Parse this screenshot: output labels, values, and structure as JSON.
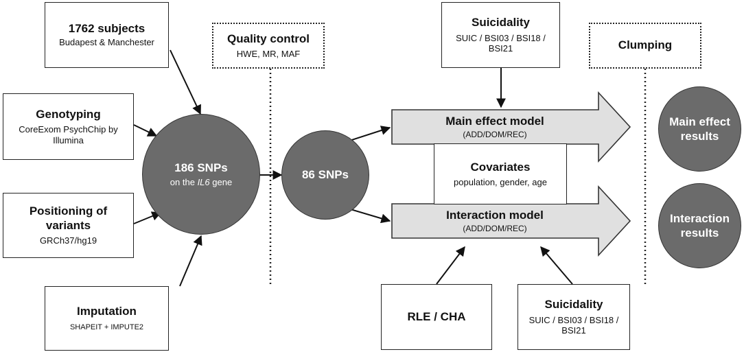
{
  "subjects": {
    "title": "1762 subjects",
    "subtitle": "Budapest & Manchester"
  },
  "genotyping": {
    "title": "Genotyping",
    "subtitle": "CoreExom PsychChip by Illumina"
  },
  "positioning": {
    "title": "Positioning of variants",
    "subtitle": "GRCh37/hg19"
  },
  "imputation": {
    "title": "Imputation",
    "subtitle": "SHAPEIT + IMPUTE2"
  },
  "snps186": {
    "title": "186 SNPs",
    "sub_prefix": "on the ",
    "sub_gene": "IL6",
    "sub_suffix": " gene"
  },
  "quality_control": {
    "title": "Quality control",
    "subtitle": "HWE, MR, MAF"
  },
  "snps86": {
    "title": "86 SNPs"
  },
  "suicidality_top": {
    "title": "Suicidality",
    "subtitle": "SUIC / BSI03 / BSI18 / BSI21"
  },
  "main_effect_model": {
    "title": "Main effect model",
    "subtitle": "(ADD/DOM/REC)"
  },
  "covariates": {
    "title": "Covariates",
    "subtitle": "population, gender, age"
  },
  "interaction_model": {
    "title": "Interaction model",
    "subtitle": "(ADD/DOM/REC)"
  },
  "rle_cha": {
    "title": "RLE / CHA"
  },
  "suicidality_bottom": {
    "title": "Suicidality",
    "subtitle": "SUIC / BSI03 / BSI18 / BSI21"
  },
  "clumping": {
    "title": "Clumping"
  },
  "main_effect_results": {
    "title": "Main effect results"
  },
  "interaction_results": {
    "title": "Interaction results"
  }
}
